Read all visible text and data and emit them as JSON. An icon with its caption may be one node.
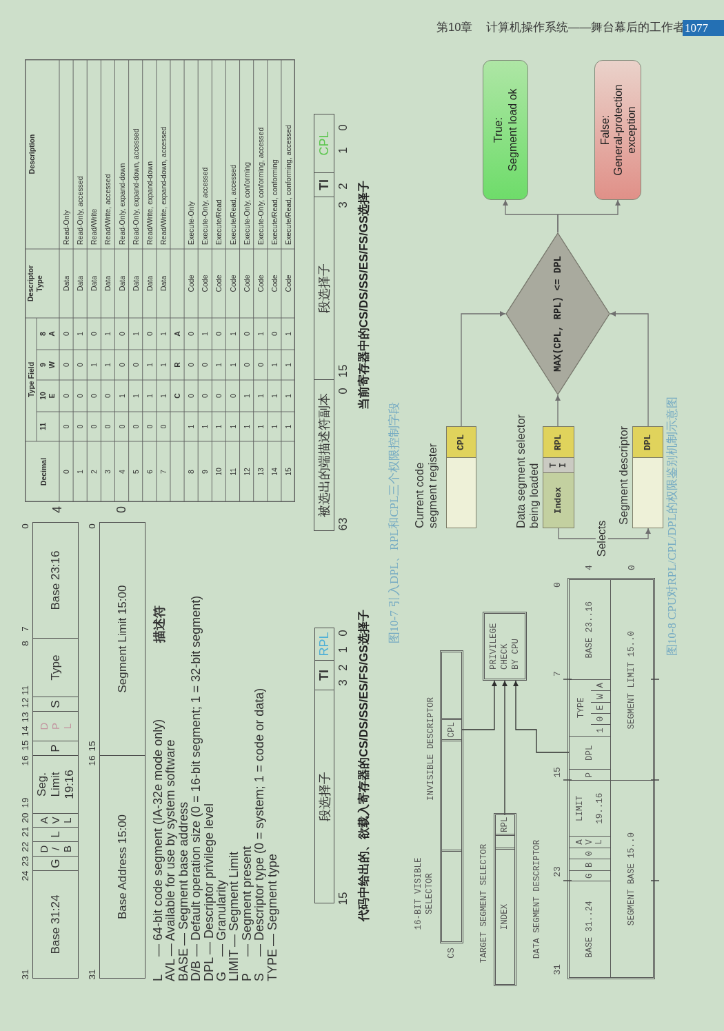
{
  "diagram": {
    "nodes": [
      {
        "text": [
          "Base 31:24"
        ]
      },
      {
        "text": [
          "G"
        ]
      },
      {
        "text": [
          "D/B"
        ]
      },
      {
        "text": [
          "L"
        ]
      },
      {
        "text": [
          "AVL"
        ]
      },
      {
        "text": [
          "Seg. Limit 19:16"
        ]
      },
      {
        "text": [
          "P"
        ]
      },
      {
        "text": [
          "DPL"
        ]
      },
      {
        "text": [
          "S"
        ]
      },
      {
        "text": [
          "Type"
        ]
      },
      {
        "text": [
          "Base 23:16"
        ]
      },
      {
        "text": [
          "Base Address 15:00"
        ]
      },
      {
        "text": [
          "Segment Limit 15:00"
        ]
      },
      {
        "text": [
          "段选择子"
        ]
      },
      {
        "text": [
          "TI"
        ]
      },
      {
        "text": [
          "RPL"
        ]
      },
      {
        "text": [
          "被选出的端描述符副本"
        ]
      },
      {
        "text": [
          "段选择子"
        ]
      },
      {
        "text": [
          "TI"
        ]
      },
      {
        "text": [
          "CPL"
        ]
      },
      {
        "text": [
          "16-BIT VISIBLE SELECTOR",
          "INVISIBLE DESCRIPTOR"
        ],
        "beside": [
          "CS"
        ]
      },
      {
        "text": [
          "CPL"
        ],
        "in": 20
      },
      {
        "text": [
          "TARGET SEGMENT SELECTOR"
        ]
      },
      {
        "text": [
          "INDEX"
        ],
        "in": 22
      },
      {
        "text": [
          "RPL"
        ],
        "in": 22
      },
      {
        "text": [
          "PRIVILEGE CHECK BY CPU"
        ]
      },
      {
        "text": [],
        "shape": "box"
      },
      {
        "text": [
          "BASE 31..24"
        ],
        "in": 26
      },
      {
        "text": [
          "G"
        ],
        "in": 26
      },
      {
        "text": [
          "B"
        ],
        "in": 26
      },
      {
        "text": [
          "0"
        ],
        "in": 26
      },
      {
        "text": [
          "AVL"
        ],
        "in": 26
      },
      {
        "text": [
          "LIMIT",
          "19..16"
        ],
        "in": 26
      },
      {
        "text": [
          "P"
        ],
        "in": 26
      },
      {
        "text": [
          "DPL"
        ],
        "in": 26
      },
      {
        "text": [
          "TYPE"
        ],
        "in": 26
      },
      {
        "text": [
          "1"
        ],
        "in": 35
      },
      {
        "text": [
          "0"
        ],
        "in": 35
      },
      {
        "text": [
          "E"
        ],
        "in": 35
      },
      {
        "text": [
          "W"
        ],
        "in": 35
      },
      {
        "text": [
          "A"
        ],
        "in": 35
      },
      {
        "text": [
          "BASE 23..16"
        ],
        "in": 26
      },
      {
        "text": [
          "SEGMENT BASE 15..0"
        ],
        "in": 26
      },
      {
        "text": [
          "SEGMENT LIMIT 15..0"
        ],
        "in": 26
      },
      {
        "text": [
          "Current code segment register"
        ]
      },
      {
        "text": [
          "CPL"
        ],
        "in": 44
      },
      {
        "text": [
          "Data segment selector being loaded"
        ]
      },
      {
        "text": [
          "Index"
        ],
        "in": 46
      },
      {
        "text": [
          "TI"
        ],
        "in": 46
      },
      {
        "text": [
          "RPL"
        ],
        "in": 46
      },
      {
        "text": [
          "Segment descriptor"
        ]
      },
      {
        "text": [
          "DPL"
        ],
        "in": 50
      },
      {
        "text": [
          "MAX(CPL, RPL) <= DPL"
        ]
      },
      {
        "text": [
          "True:",
          "Segment load ok"
        ]
      },
      {
        "text": [
          "False:",
          "General-protection exception"
        ]
      }
    ],
    "edges": [
      {
        "from": 21,
        "to": 25,
        "arrow": "to",
        "color": "#2e2e2e"
      },
      {
        "from": 24,
        "to": 25,
        "arrow": "to",
        "color": "#2e2e2e"
      },
      {
        "from": 34,
        "to": 25,
        "arrow": "to",
        "color": "#2e2e2e"
      },
      {
        "from": 45,
        "to": 52,
        "arrow": "to"
      },
      {
        "from": 49,
        "to": 52,
        "arrow": "to"
      },
      {
        "from": 51,
        "to": 52,
        "arrow": "to"
      },
      {
        "from": 52,
        "to": 53,
        "arrow": "to"
      },
      {
        "from": 52,
        "to": 54,
        "arrow": "to"
      },
      {
        "from": 47,
        "to": 50,
        "arrow": "to",
        "label": "Selects"
      }
    ],
    "labels": [
      "第10章",
      "计算机操作系统——舞台幕后的工作者",
      "1077",
      "31",
      "24",
      "23",
      "22",
      "21",
      "20",
      "19",
      "16",
      "15",
      "14",
      "13",
      "12",
      "11",
      "8",
      "7",
      "0",
      "4",
      "31",
      "16",
      "15",
      "0",
      "0",
      "L",
      "— 64-bit code segment (IA-32e mode only)",
      "AVL",
      "— Available for use by system software",
      "BASE",
      "— Segment base address",
      "D/B",
      "— Default operation size (0 = 16-bit segment; 1 = 32-bit segment)",
      "DPL",
      "— Descriptor privilege level",
      "G",
      "— Granularity",
      "LIMIT",
      "— Segment Limit",
      "P",
      "— Segment present",
      "S",
      "— Descriptor type (0 = system; 1 = code or data)",
      "TYPE",
      "— Segment type",
      "描述符",
      "Decimal",
      "Type Field",
      "11",
      "10",
      "E",
      "9",
      "W",
      "8",
      "A",
      "Descriptor Type",
      "Description",
      "0",
      "0",
      "0",
      "0",
      "0",
      "Data",
      "Read-Only",
      "1",
      "0",
      "0",
      "0",
      "1",
      "Data",
      "Read-Only, accessed",
      "2",
      "0",
      "0",
      "1",
      "0",
      "Data",
      "Read/Write",
      "3",
      "0",
      "0",
      "1",
      "1",
      "Data",
      "Read/Write, accessed",
      "4",
      "0",
      "1",
      "0",
      "0",
      "Data",
      "Read-Only, expand-down",
      "5",
      "0",
      "1",
      "0",
      "1",
      "Data",
      "Read-Only, expand-down, accessed",
      "6",
      "0",
      "1",
      "1",
      "0",
      "Data",
      "Read/Write, expand-down",
      "7",
      "0",
      "1",
      "1",
      "1",
      "Data",
      "Read/Write, expand-down, accessed",
      "C",
      "R",
      "A",
      "8",
      "1",
      "0",
      "0",
      "0",
      "Code",
      "Execute-Only",
      "9",
      "1",
      "0",
      "0",
      "1",
      "Code",
      "Execute-Only, accessed",
      "10",
      "1",
      "0",
      "1",
      "0",
      "Code",
      "Execute/Read",
      "11",
      "1",
      "0",
      "1",
      "1",
      "Code",
      "Execute/Read, accessed",
      "12",
      "1",
      "1",
      "0",
      "0",
      "Code",
      "Execute-Only, conforming",
      "13",
      "1",
      "1",
      "0",
      "1",
      "Code",
      "Execute-Only, conforming, accessed",
      "14",
      "1",
      "1",
      "1",
      "0",
      "Code",
      "Execute/Read, conforming",
      "15",
      "1",
      "1",
      "1",
      "1",
      "Code",
      "Execute/Read, conforming, accessed",
      "15",
      "3",
      "2",
      "1",
      "0",
      "代码中给出的、欲载入寄存器的CS/DS/SS/ES/FS/GS选择子",
      "63",
      "0",
      "15",
      "3",
      "2",
      "1",
      "0",
      "当前寄存器中的CS/DS/SS/ES/FS/GS选择子",
      "图10-7 引入DPL、RPL和CPL三个权限控制字段",
      "DATA SEGMENT DESCRIPTOR",
      "31",
      "23",
      "15",
      "7",
      "0",
      "4",
      "0",
      "图10-8 CPU对RPL/CPL/DPL的权限鉴别机制示意图"
    ]
  }
}
